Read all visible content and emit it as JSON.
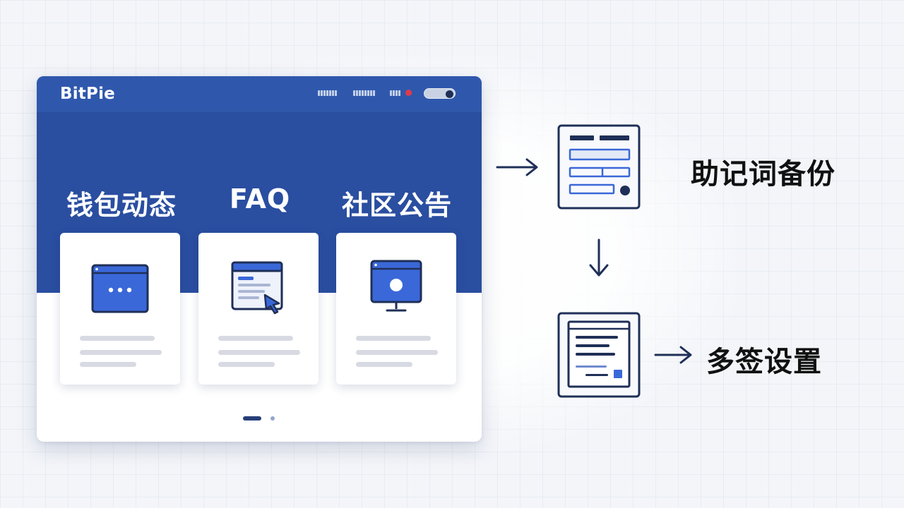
{
  "app": {
    "brand": "BitPie",
    "nav_items": [
      "nav-1",
      "nav-2",
      "nav-3"
    ]
  },
  "hero": {
    "sections": [
      {
        "title": "钱包动态",
        "icon": "browser-window-dots-icon"
      },
      {
        "title": "FAQ",
        "icon": "browser-window-list-cursor-icon"
      },
      {
        "title": "社区公告",
        "icon": "monitor-icon"
      }
    ]
  },
  "pagination": {
    "current": 1,
    "total": 2
  },
  "flow": {
    "steps": [
      {
        "label": "助记词备份",
        "icon": "form-document-icon"
      },
      {
        "label": "多签设置",
        "icon": "settings-document-icon"
      }
    ]
  },
  "colors": {
    "brand_blue": "#2a4ea0",
    "topbar_blue": "#2f58ad",
    "icon_blue": "#3a68d8",
    "dark_navy": "#1f2f57",
    "alert_red": "#e23a4b",
    "background": "#f3f5f9"
  }
}
